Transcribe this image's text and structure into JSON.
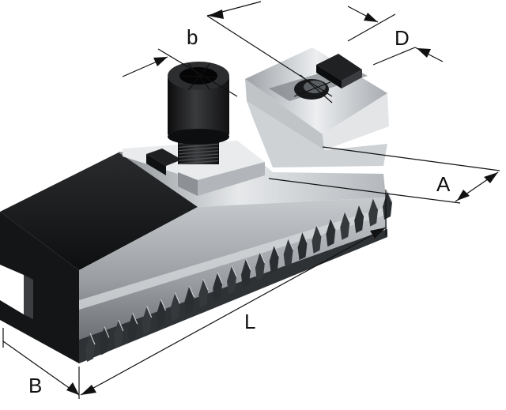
{
  "dimensions": {
    "L": "L",
    "B": "B",
    "A": "A",
    "D": "D",
    "b": "b"
  },
  "colors": {
    "body_dark": "#1b1c1e",
    "steel_light": "#d9dcdf",
    "steel_mid": "#a9adb1",
    "steel_dark": "#5c6064",
    "line": "#111111"
  }
}
